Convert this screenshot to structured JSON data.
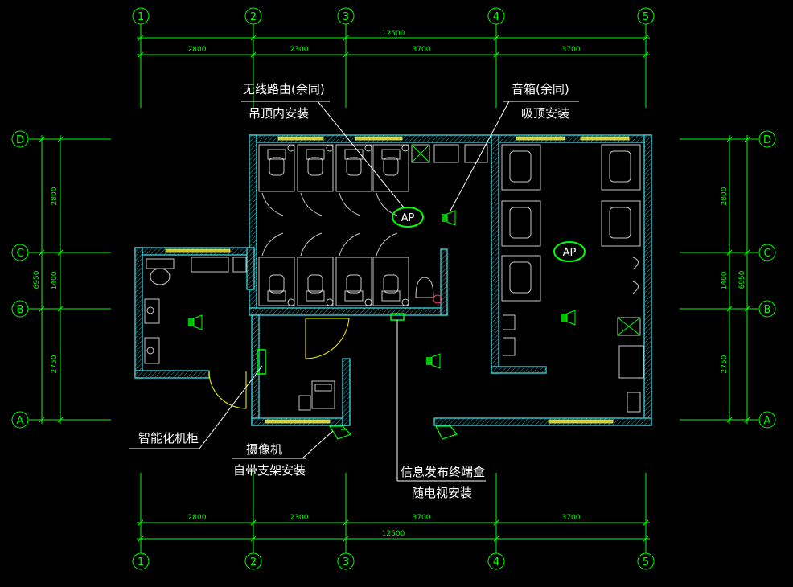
{
  "dimensions": {
    "total": "12500",
    "columns": [
      "2800",
      "2300",
      "3700",
      "3700"
    ],
    "rows": [
      "2800",
      "1400",
      "2750"
    ],
    "total_vertical": "6950"
  },
  "axes": {
    "columns": [
      "1",
      "2",
      "3",
      "4",
      "5"
    ],
    "rows": [
      "D",
      "C",
      "B",
      "A"
    ]
  },
  "devices": {
    "ap_label": "AP"
  },
  "annotations": {
    "router": [
      "无线路由(余同)",
      "吊顶内安装"
    ],
    "speaker": [
      "音箱(余同)",
      "吸顶安装"
    ],
    "cabinet": [
      "智能化机柜"
    ],
    "camera": [
      "摄像机",
      "自带支架安装"
    ],
    "terminal": [
      "信息发布终端盒",
      "随电视安装"
    ]
  },
  "colors": {
    "grid": "#00ff00",
    "wall": "#38d8e0",
    "door": "#ffff00",
    "text": "#ffffff",
    "background": "#000000"
  }
}
